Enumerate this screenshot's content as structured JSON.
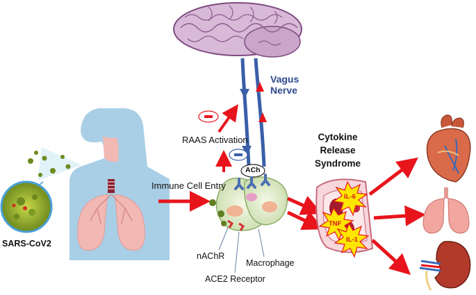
{
  "labels": {
    "vagus_line1": "Vagus",
    "vagus_line2": "Nerve",
    "raas": "RAAS Activation",
    "minus1": "-",
    "minus2": "-",
    "ach": "ACh",
    "crs_line1": "Cytokine",
    "crs_line2": "Release",
    "crs_line3": "Syndrome",
    "immune": "Immune Cell Entry",
    "sars": "SARS-CoV2",
    "nachr": "nAChR",
    "macrophage": "Macrophage",
    "ace2": "ACE2 Receptor",
    "il6": "IL-6",
    "tnf": "TNF",
    "il1": "IL-1"
  },
  "icons": [
    "brain-icon",
    "human-respiratory-icon",
    "virus-icon",
    "macrophage-cell-icon",
    "blood-vessel-icon",
    "heart-icon",
    "lungs-icon",
    "kidney-icon"
  ],
  "colors": {
    "nerve": "#3a5fa8",
    "arrow": "#e8141c",
    "brain": "#c9a6c8",
    "body": "#a9cfe6",
    "lung": "#f2b8b3",
    "burst": "#ffe600"
  }
}
